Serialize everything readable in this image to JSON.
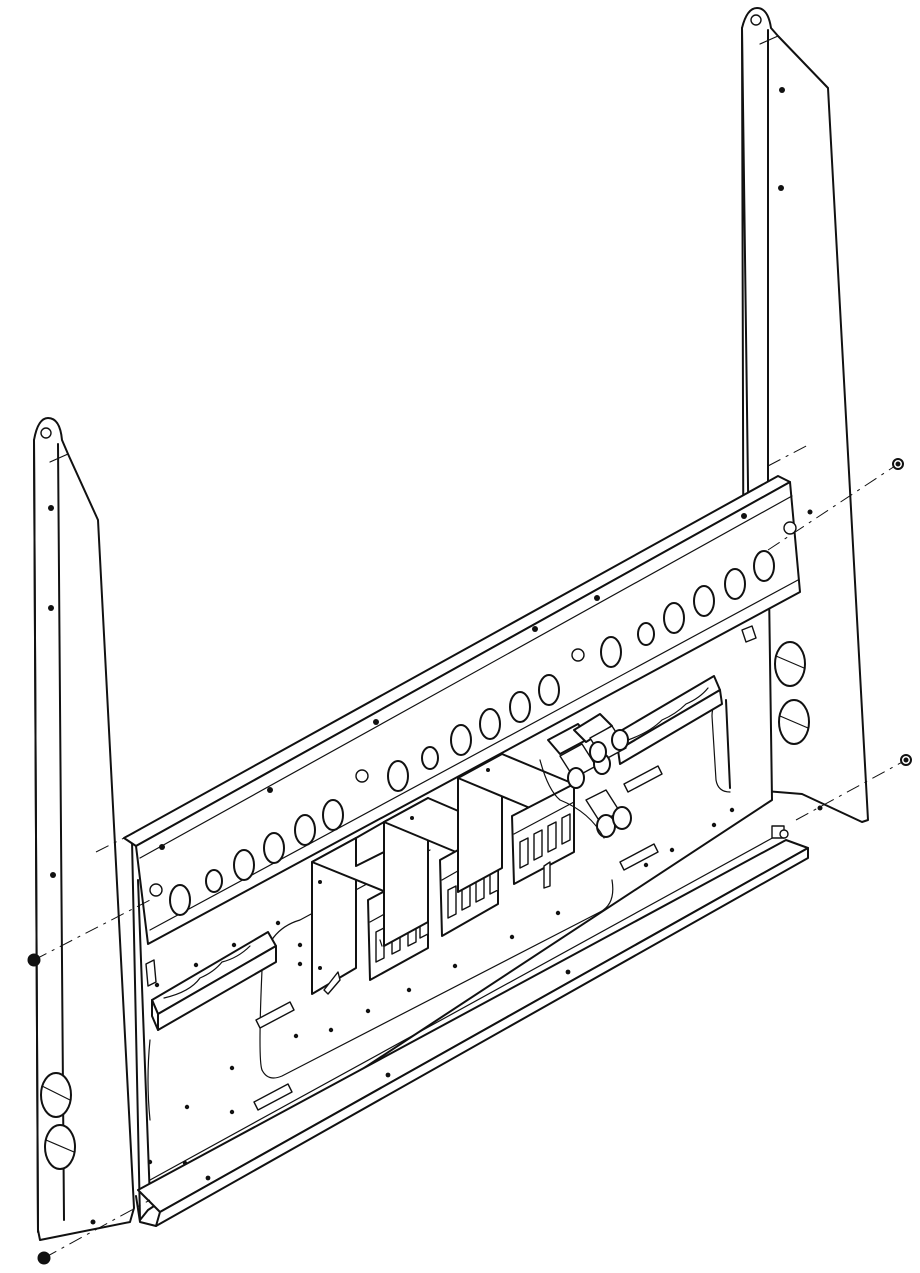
{
  "drawing": {
    "colors": {
      "line": "#111111",
      "background": "#ffffff"
    },
    "parts": {
      "mounting_rail_holes": 22,
      "contactors": 3,
      "din_rails": 2,
      "fuse_holders": 4,
      "side_screws": 4
    }
  }
}
